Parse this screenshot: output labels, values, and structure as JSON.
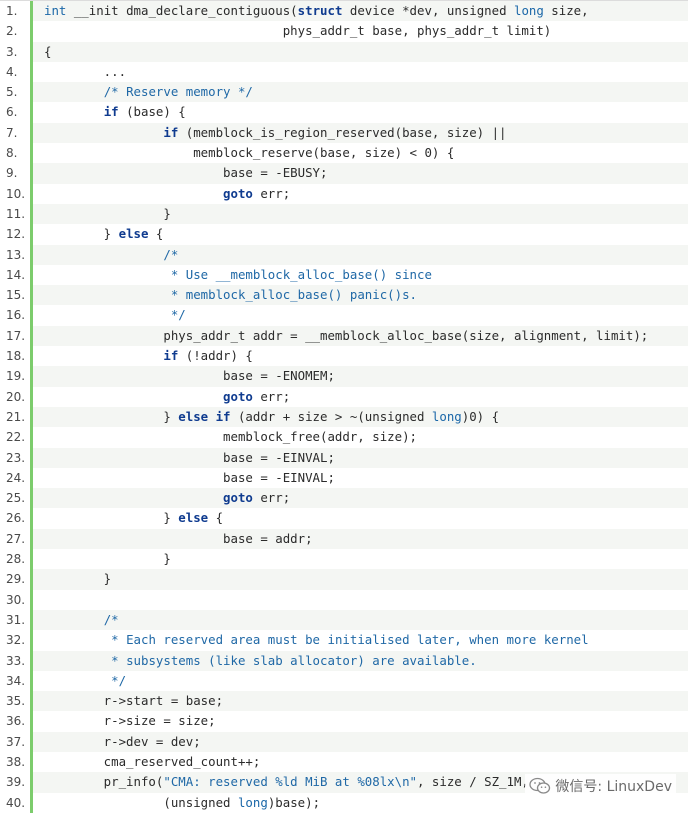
{
  "code_lines": [
    {
      "n": "1.",
      "segments": [
        {
          "c": "ty",
          "t": "int"
        },
        {
          "c": "pl",
          "t": " __init dma_declare_contiguous("
        },
        {
          "c": "kw",
          "t": "struct"
        },
        {
          "c": "pl",
          "t": " device *dev, unsigned "
        },
        {
          "c": "ty",
          "t": "long"
        },
        {
          "c": "pl",
          "t": " size,"
        }
      ]
    },
    {
      "n": "2.",
      "segments": [
        {
          "c": "pl",
          "t": "                                phys_addr_t base, phys_addr_t limit)"
        }
      ]
    },
    {
      "n": "3.",
      "segments": [
        {
          "c": "pl",
          "t": "{"
        }
      ]
    },
    {
      "n": "4.",
      "segments": [
        {
          "c": "pl",
          "t": "        ..."
        }
      ]
    },
    {
      "n": "5.",
      "segments": [
        {
          "c": "pl",
          "t": "        "
        },
        {
          "c": "cm",
          "t": "/* Reserve memory */"
        }
      ]
    },
    {
      "n": "6.",
      "segments": [
        {
          "c": "pl",
          "t": "        "
        },
        {
          "c": "kw",
          "t": "if"
        },
        {
          "c": "pl",
          "t": " (base) {"
        }
      ]
    },
    {
      "n": "7.",
      "segments": [
        {
          "c": "pl",
          "t": "                "
        },
        {
          "c": "kw",
          "t": "if"
        },
        {
          "c": "pl",
          "t": " (memblock_is_region_reserved(base, size) ||"
        }
      ]
    },
    {
      "n": "8.",
      "segments": [
        {
          "c": "pl",
          "t": "                    memblock_reserve(base, size) < 0) {"
        }
      ]
    },
    {
      "n": "9.",
      "segments": [
        {
          "c": "pl",
          "t": "                        base = -EBUSY;"
        }
      ]
    },
    {
      "n": "10.",
      "segments": [
        {
          "c": "pl",
          "t": "                        "
        },
        {
          "c": "kw",
          "t": "goto"
        },
        {
          "c": "pl",
          "t": " err;"
        }
      ]
    },
    {
      "n": "11.",
      "segments": [
        {
          "c": "pl",
          "t": "                }"
        }
      ]
    },
    {
      "n": "12.",
      "segments": [
        {
          "c": "pl",
          "t": "        } "
        },
        {
          "c": "kw",
          "t": "else"
        },
        {
          "c": "pl",
          "t": " {"
        }
      ]
    },
    {
      "n": "13.",
      "segments": [
        {
          "c": "pl",
          "t": "                "
        },
        {
          "c": "cm",
          "t": "/*"
        }
      ]
    },
    {
      "n": "14.",
      "segments": [
        {
          "c": "pl",
          "t": "                "
        },
        {
          "c": "cm",
          "t": " * Use __memblock_alloc_base() since"
        }
      ]
    },
    {
      "n": "15.",
      "segments": [
        {
          "c": "pl",
          "t": "                "
        },
        {
          "c": "cm",
          "t": " * memblock_alloc_base() panic()s."
        }
      ]
    },
    {
      "n": "16.",
      "segments": [
        {
          "c": "pl",
          "t": "                "
        },
        {
          "c": "cm",
          "t": " */"
        }
      ]
    },
    {
      "n": "17.",
      "segments": [
        {
          "c": "pl",
          "t": "                phys_addr_t addr = __memblock_alloc_base(size, alignment, limit);"
        }
      ]
    },
    {
      "n": "18.",
      "segments": [
        {
          "c": "pl",
          "t": "                "
        },
        {
          "c": "kw",
          "t": "if"
        },
        {
          "c": "pl",
          "t": " (!addr) {"
        }
      ]
    },
    {
      "n": "19.",
      "segments": [
        {
          "c": "pl",
          "t": "                        base = -ENOMEM;"
        }
      ]
    },
    {
      "n": "20.",
      "segments": [
        {
          "c": "pl",
          "t": "                        "
        },
        {
          "c": "kw",
          "t": "goto"
        },
        {
          "c": "pl",
          "t": " err;"
        }
      ]
    },
    {
      "n": "21.",
      "segments": [
        {
          "c": "pl",
          "t": "                } "
        },
        {
          "c": "kw",
          "t": "else if"
        },
        {
          "c": "pl",
          "t": " (addr + size > ~(unsigned "
        },
        {
          "c": "ty",
          "t": "long"
        },
        {
          "c": "pl",
          "t": ")0) {"
        }
      ]
    },
    {
      "n": "22.",
      "segments": [
        {
          "c": "pl",
          "t": "                        memblock_free(addr, size);"
        }
      ]
    },
    {
      "n": "23.",
      "segments": [
        {
          "c": "pl",
          "t": "                        base = -EINVAL;"
        }
      ]
    },
    {
      "n": "24.",
      "segments": [
        {
          "c": "pl",
          "t": "                        base = -EINVAL;"
        }
      ]
    },
    {
      "n": "25.",
      "segments": [
        {
          "c": "pl",
          "t": "                        "
        },
        {
          "c": "kw",
          "t": "goto"
        },
        {
          "c": "pl",
          "t": " err;"
        }
      ]
    },
    {
      "n": "26.",
      "segments": [
        {
          "c": "pl",
          "t": "                } "
        },
        {
          "c": "kw",
          "t": "else"
        },
        {
          "c": "pl",
          "t": " {"
        }
      ]
    },
    {
      "n": "27.",
      "segments": [
        {
          "c": "pl",
          "t": "                        base = addr;"
        }
      ]
    },
    {
      "n": "28.",
      "segments": [
        {
          "c": "pl",
          "t": "                }"
        }
      ]
    },
    {
      "n": "29.",
      "segments": [
        {
          "c": "pl",
          "t": "        }"
        }
      ]
    },
    {
      "n": "30.",
      "segments": [
        {
          "c": "pl",
          "t": ""
        }
      ]
    },
    {
      "n": "31.",
      "segments": [
        {
          "c": "pl",
          "t": "        "
        },
        {
          "c": "cm",
          "t": "/*"
        }
      ]
    },
    {
      "n": "32.",
      "segments": [
        {
          "c": "pl",
          "t": "        "
        },
        {
          "c": "cm",
          "t": " * Each reserved area must be initialised later, when more kernel"
        }
      ]
    },
    {
      "n": "33.",
      "segments": [
        {
          "c": "pl",
          "t": "        "
        },
        {
          "c": "cm",
          "t": " * subsystems (like slab allocator) are available."
        }
      ]
    },
    {
      "n": "34.",
      "segments": [
        {
          "c": "pl",
          "t": "        "
        },
        {
          "c": "cm",
          "t": " */"
        }
      ]
    },
    {
      "n": "35.",
      "segments": [
        {
          "c": "pl",
          "t": "        r->start = base;"
        }
      ]
    },
    {
      "n": "36.",
      "segments": [
        {
          "c": "pl",
          "t": "        r->size = size;"
        }
      ]
    },
    {
      "n": "37.",
      "segments": [
        {
          "c": "pl",
          "t": "        r->dev = dev;"
        }
      ]
    },
    {
      "n": "38.",
      "segments": [
        {
          "c": "pl",
          "t": "        cma_reserved_count++;"
        }
      ]
    },
    {
      "n": "39.",
      "segments": [
        {
          "c": "pl",
          "t": "        pr_info("
        },
        {
          "c": "st",
          "t": "\"CMA: reserved %ld MiB at %08lx\\n\""
        },
        {
          "c": "pl",
          "t": ", size / SZ_1M,"
        }
      ]
    },
    {
      "n": "40.",
      "segments": [
        {
          "c": "pl",
          "t": "                (unsigned "
        },
        {
          "c": "ty",
          "t": "long"
        },
        {
          "c": "pl",
          "t": ")base);"
        }
      ]
    }
  ],
  "watermark": {
    "text": "微信号: LinuxDev",
    "icon": "wechat-icon"
  },
  "colors": {
    "gutter_bar": "#7ccc6c",
    "keyword": "#0f3b8f",
    "comment": "#1f68a6",
    "stripe": "#f4f6f3"
  }
}
